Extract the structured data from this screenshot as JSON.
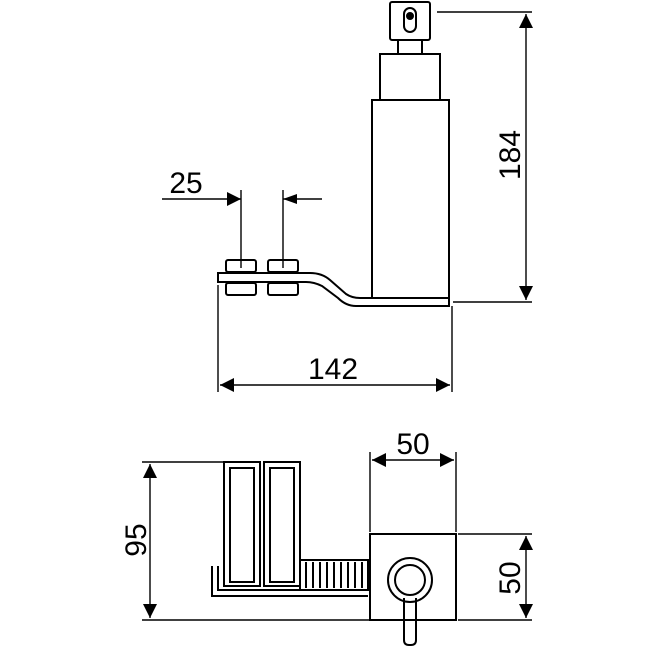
{
  "side_view": {
    "height_label": "184",
    "spacing_label": "25",
    "length_label": "142"
  },
  "top_view": {
    "width_label": "50",
    "depth_label": "95",
    "square_label": "50"
  },
  "colors": {
    "line": "#000000",
    "background": "#ffffff"
  }
}
